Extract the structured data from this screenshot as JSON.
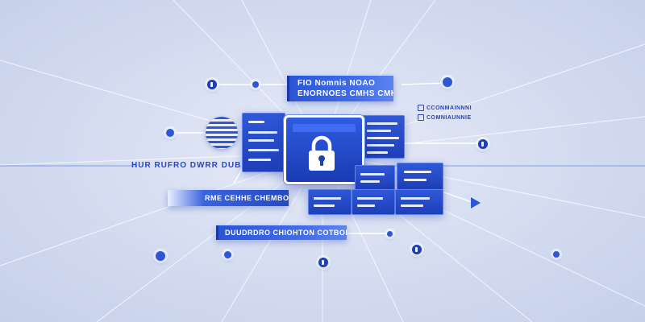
{
  "labels": {
    "top_banner_line1": "FIO Nomnis NOAO",
    "top_banner_line2": "ENORNOES CMHS CMHOO",
    "side_tag_line1": "CCONMAINNNI",
    "side_tag_line2": "COMNIAUNNIE",
    "left_float_text": "HUR RUFRO DWRR DUB",
    "mid_left_banner": "RME CEHHE CHEMBOP",
    "bottom_banner": "DUUDRDRO CHIOHTON COTBONS",
    "node_marker": "I"
  },
  "colors": {
    "accent": "#2e57d6",
    "panel_dark": "#1e3fb8",
    "background": "#d3dbf0",
    "line": "#ffffff"
  },
  "icons": {
    "center": "padlock-icon",
    "globe": "globe-icon",
    "arrow": "play-arrow-icon"
  }
}
